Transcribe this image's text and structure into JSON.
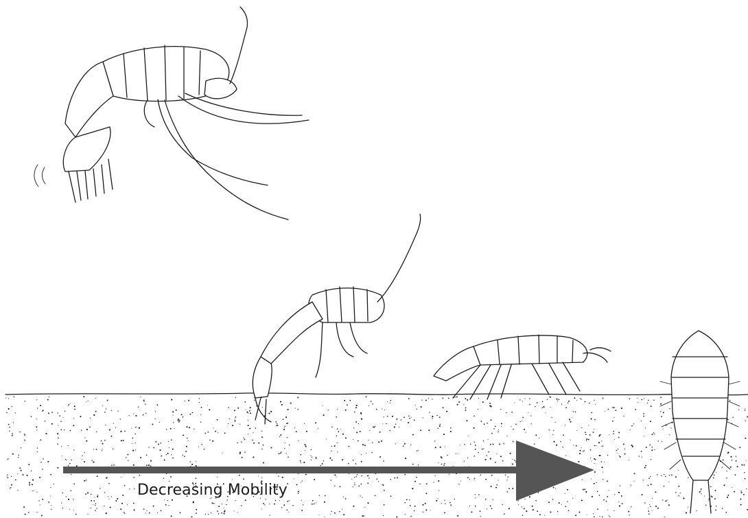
{
  "figure": {
    "caption_label": "Decreasing Mobility",
    "arrow_color": "#555555",
    "ink_color": "#1a1a1a",
    "ground_color": "#ffffff",
    "organisms": [
      {
        "name": "swimming-amphipod"
      },
      {
        "name": "burrowing-amphipod"
      },
      {
        "name": "crawling-amphipod"
      },
      {
        "name": "buried-isopod"
      }
    ]
  }
}
